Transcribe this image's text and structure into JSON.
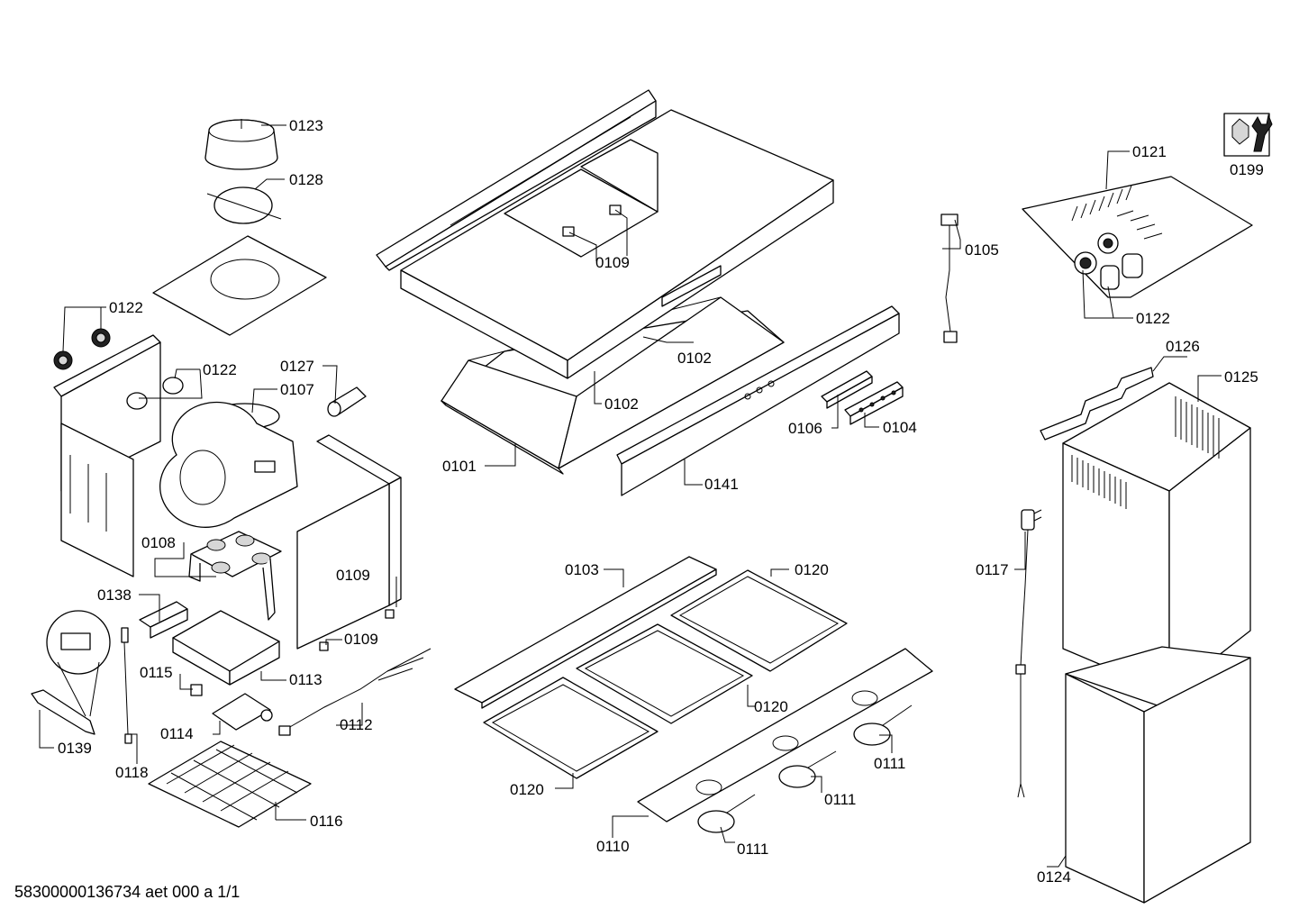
{
  "footer": "58300000136734 aet 000 a 1/1",
  "callouts": {
    "c0123": "0123",
    "c0128": "0128",
    "c0122a": "0122",
    "c0122b": "0122",
    "c0122c": "0122",
    "c0127": "0127",
    "c0107": "0107",
    "c0108": "0108",
    "c0138": "0138",
    "c0139": "0139",
    "c0118": "0118",
    "c0115": "0115",
    "c0114": "0114",
    "c0113": "0113",
    "c0112": "0112",
    "c0116": "0116",
    "c0109a": "0109",
    "c0109b": "0109",
    "c0109c": "0109",
    "c0101": "0101",
    "c0102a": "0102",
    "c0102b": "0102",
    "c0141": "0141",
    "c0106": "0106",
    "c0104": "0104",
    "c0105": "0105",
    "c0121": "0121",
    "c0199": "0199",
    "c0126": "0126",
    "c0125": "0125",
    "c0117": "0117",
    "c0124": "0124",
    "c0103": "0103",
    "c0120a": "0120",
    "c0120b": "0120",
    "c0120c": "0120",
    "c0110": "0110",
    "c0111a": "0111",
    "c0111b": "0111",
    "c0111c": "0111"
  },
  "icons": {
    "tool": "wrench-nut-icon"
  }
}
